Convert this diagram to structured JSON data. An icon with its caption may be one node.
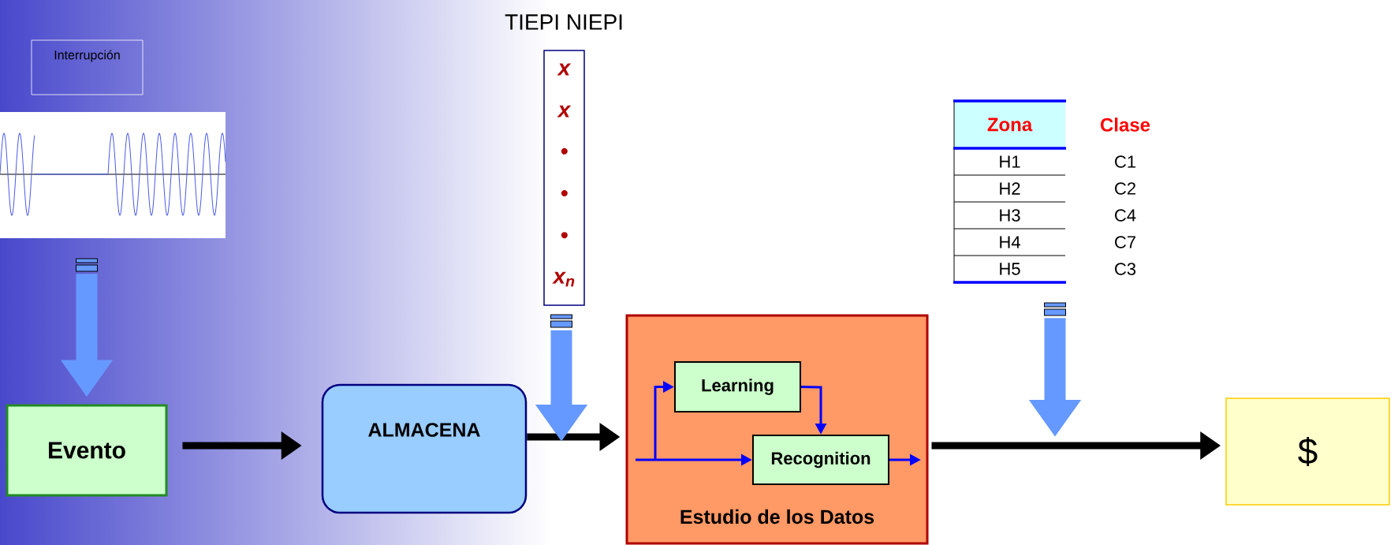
{
  "diagram": {
    "nodes": [
      {
        "text": [
          "Interrupción"
        ]
      },
      {
        "text": [],
        "shape": "picture"
      },
      {
        "text": [
          "Evento"
        ]
      },
      {
        "text": [
          "ALMACENA"
        ]
      },
      {
        "text": [
          "TIEPI NIEPI",
          "x",
          "x",
          "•",
          "•",
          "•",
          "x$_{n}$"
        ]
      },
      {
        "text": [
          "Estudio de los Datos"
        ]
      },
      {
        "text": [
          "Learning"
        ],
        "in": 5
      },
      {
        "text": [
          "Recognition"
        ],
        "in": 5
      },
      {
        "text": [
          "Zona",
          "Clase",
          "H1",
          "C1",
          "H2",
          "C2",
          "H3",
          "C4",
          "H4",
          "C7",
          "H5",
          "C3"
        ]
      },
      {
        "text": [
          "$"
        ]
      }
    ],
    "edges": [
      {
        "from": 1,
        "to": 2,
        "arrow": "to",
        "style": "thick",
        "color": "#6699ff"
      },
      {
        "from": 2,
        "to": 3,
        "arrow": "to",
        "color": "#000000"
      },
      {
        "from": 3,
        "to": 5,
        "arrow": "to",
        "color": "#000000"
      },
      {
        "from": 4,
        "to": null,
        "arrow": "to",
        "style": "thick",
        "color": "#6699ff"
      },
      {
        "from": null,
        "to": 7,
        "arrow": "to",
        "color": "#0000ff"
      },
      {
        "from": null,
        "to": 6,
        "arrow": "to",
        "color": "#0000ff"
      },
      {
        "from": 6,
        "to": 7,
        "arrow": "to",
        "color": "#0000ff"
      },
      {
        "from": 7,
        "to": null,
        "arrow": "to",
        "color": "#0000ff"
      },
      {
        "from": 5,
        "to": 9,
        "arrow": "to",
        "color": "#000000"
      },
      {
        "from": 8,
        "to": null,
        "arrow": "to",
        "style": "thick",
        "color": "#6699ff"
      }
    ]
  }
}
